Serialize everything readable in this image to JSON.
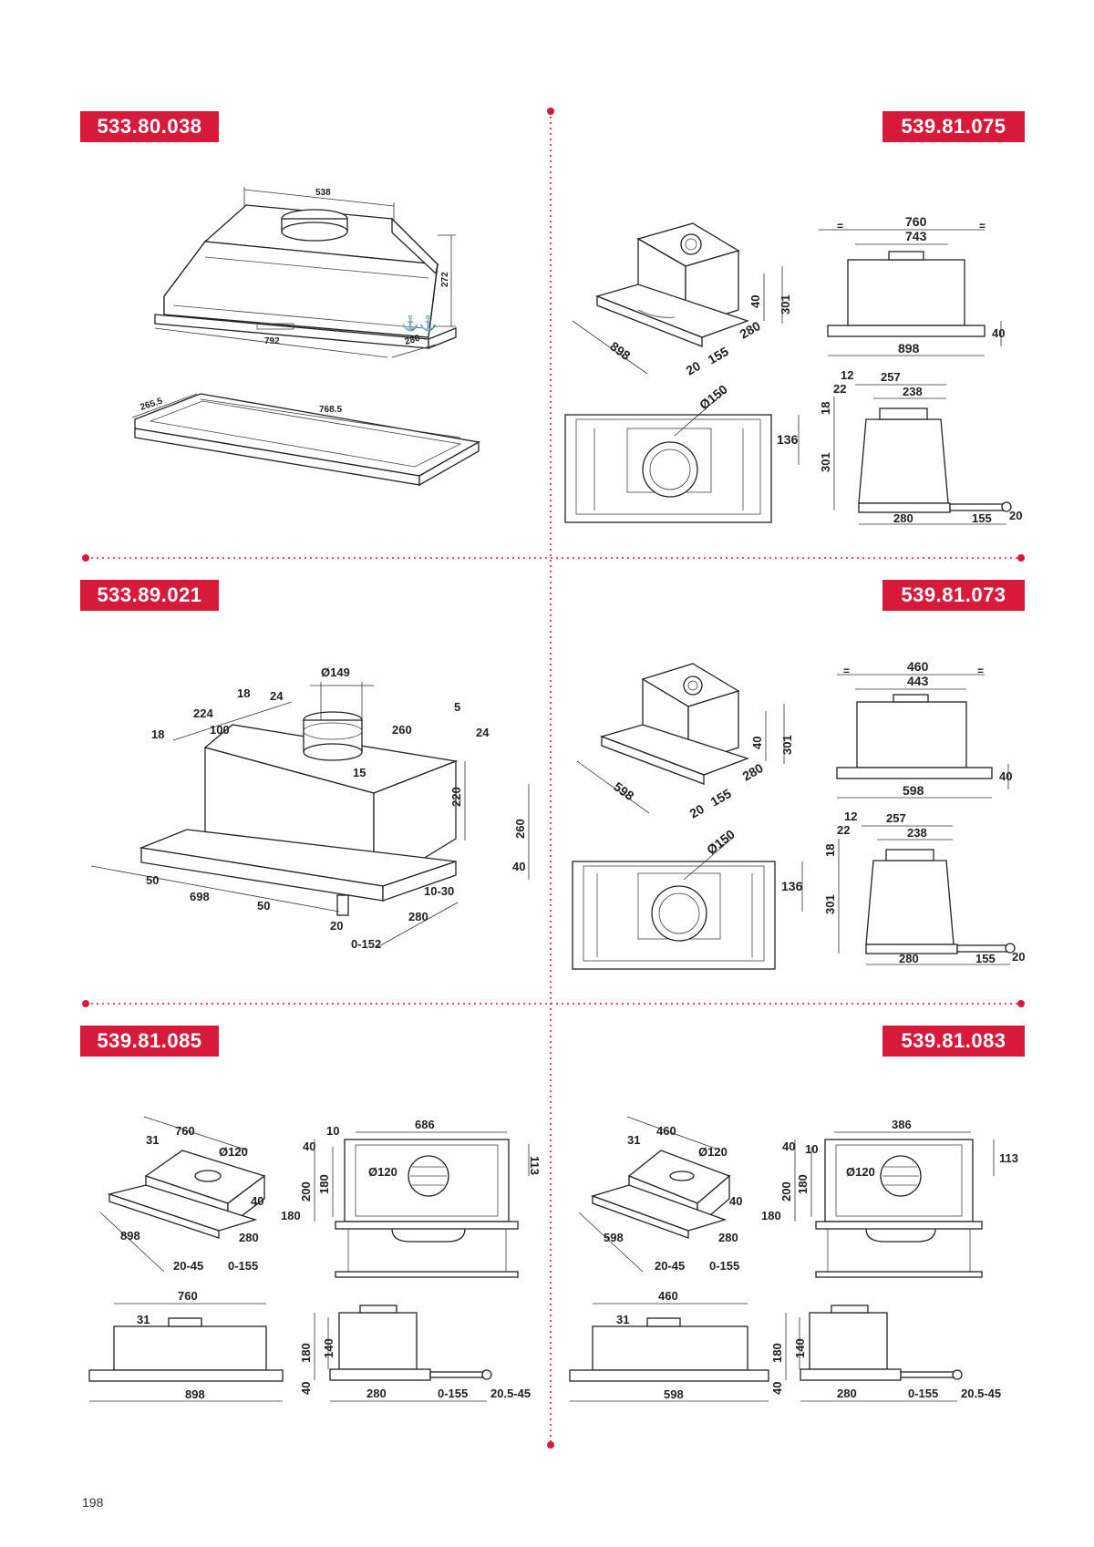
{
  "colors": {
    "accent": "#d71a3c",
    "line": "#222222"
  },
  "page_number": "198",
  "models": [
    {
      "code": "533.80.038"
    },
    {
      "code": "539.81.075"
    },
    {
      "code": "533.89.021"
    },
    {
      "code": "539.81.073"
    },
    {
      "code": "539.81.085"
    },
    {
      "code": "539.81.083"
    }
  ],
  "dims": {
    "m1": {
      "top": "538",
      "height": "272",
      "width": "792",
      "depth": "280",
      "frame_depth": "265.5",
      "frame_width": "768.5"
    },
    "m2": {
      "w": "898",
      "d20": "20",
      "d155": "155",
      "d280": "280",
      "h40": "40",
      "h301": "301",
      "f760": "760",
      "f743": "743",
      "eq": "=",
      "f40": "40",
      "f898": "898",
      "dia": "Ø150",
      "b136": "136",
      "s12": "12",
      "s257": "257",
      "s22": "22",
      "s238": "238",
      "s18": "18",
      "s301": "301",
      "s280": "280",
      "s155": "155",
      "s20": "20"
    },
    "m3": {
      "dia": "Ø149",
      "d18a": "18",
      "d24a": "24",
      "d224": "224",
      "d100": "100",
      "d18b": "18",
      "d260a": "260",
      "d5": "5",
      "d24b": "24",
      "d15": "15",
      "d220": "220",
      "d260b": "260",
      "d40": "40",
      "d50a": "50",
      "d698": "698",
      "d50b": "50",
      "d20": "20",
      "d1030": "10-30",
      "d280": "280",
      "d0152": "0-152"
    },
    "m4": {
      "w": "598",
      "d20": "20",
      "d155": "155",
      "d280": "280",
      "h40": "40",
      "h301": "301",
      "f460": "460",
      "f443": "443",
      "eq": "=",
      "f40": "40",
      "f598": "598",
      "dia": "Ø150",
      "b136": "136",
      "s12": "12",
      "s257": "257",
      "s22": "22",
      "s238": "238",
      "s18": "18",
      "s301": "301",
      "s280": "280",
      "s155": "155",
      "s20": "20"
    },
    "m5": {
      "w760": "760",
      "d31": "31",
      "dia": "Ø120",
      "d40": "40",
      "d180": "180",
      "d898": "898",
      "d280": "280",
      "d2045": "20-45",
      "d0155": "0-155",
      "t10": "10",
      "t686": "686",
      "t40": "40",
      "t113": "113",
      "t200": "200",
      "t180": "180",
      "tdia": "Ø120",
      "f760": "760",
      "f31": "31",
      "f898": "898",
      "s180": "180",
      "s140": "140",
      "s40": "40",
      "s280": "280",
      "s0155": "0-155",
      "s2055": "20.5-45"
    },
    "m6": {
      "w460": "460",
      "d31": "31",
      "dia": "Ø120",
      "d40": "40",
      "d180": "180",
      "d598": "598",
      "d280": "280",
      "d2045": "20-45",
      "d0155": "0-155",
      "t10": "10",
      "t386": "386",
      "t40": "40",
      "t113": "113",
      "t200": "200",
      "t180": "180",
      "tdia": "Ø120",
      "f460": "460",
      "f31": "31",
      "f598": "598",
      "s180": "180",
      "s140": "140",
      "s40": "40",
      "s280": "280",
      "s0155": "0-155",
      "s2055": "20.5-45"
    }
  }
}
